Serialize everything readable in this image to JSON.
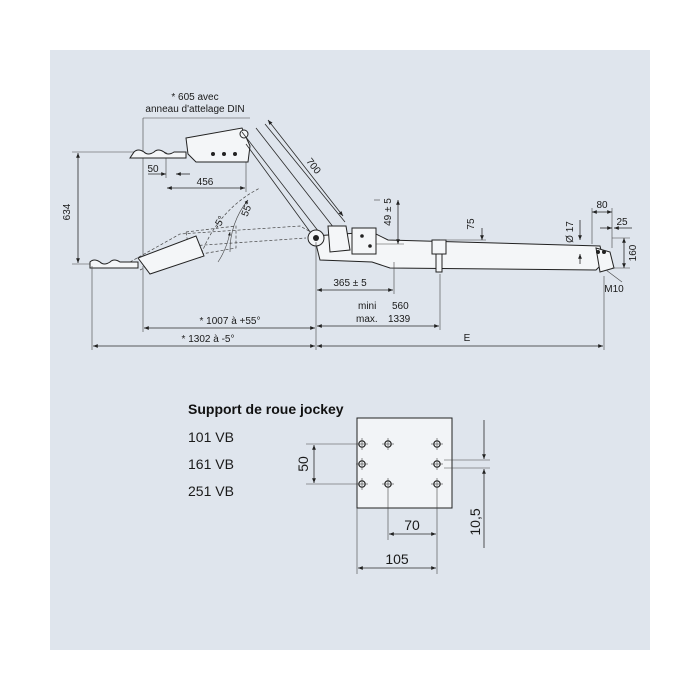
{
  "drawing": {
    "note_line1": "* 605 avec",
    "note_line2": "anneau d'attelage DIN",
    "dim_634": "634",
    "dim_50": "50",
    "dim_456": "456",
    "dim_700": "700",
    "angle_minus5": "-5°",
    "angle_55": "55°",
    "dim_49": "49 ± 5",
    "dim_75": "75",
    "dim_17": "Ø 17",
    "dim_80": "80",
    "dim_25": "25",
    "dim_160": "160",
    "dim_M10": "M10",
    "dim_365": "365 ± 5",
    "mini_label": "mini",
    "mini_value": "560",
    "max_label": "max.",
    "max_value": "1339",
    "dim_1007": "* 1007 à +55°",
    "dim_1302": "* 1302 à -5°",
    "dim_E": "E"
  },
  "support": {
    "title": "Support de roue jockey",
    "models": [
      "101 VB",
      "161 VB",
      "251 VB"
    ],
    "dim_50": "50",
    "dim_70": "70",
    "dim_105": "105",
    "dim_10_5": "10,5"
  }
}
